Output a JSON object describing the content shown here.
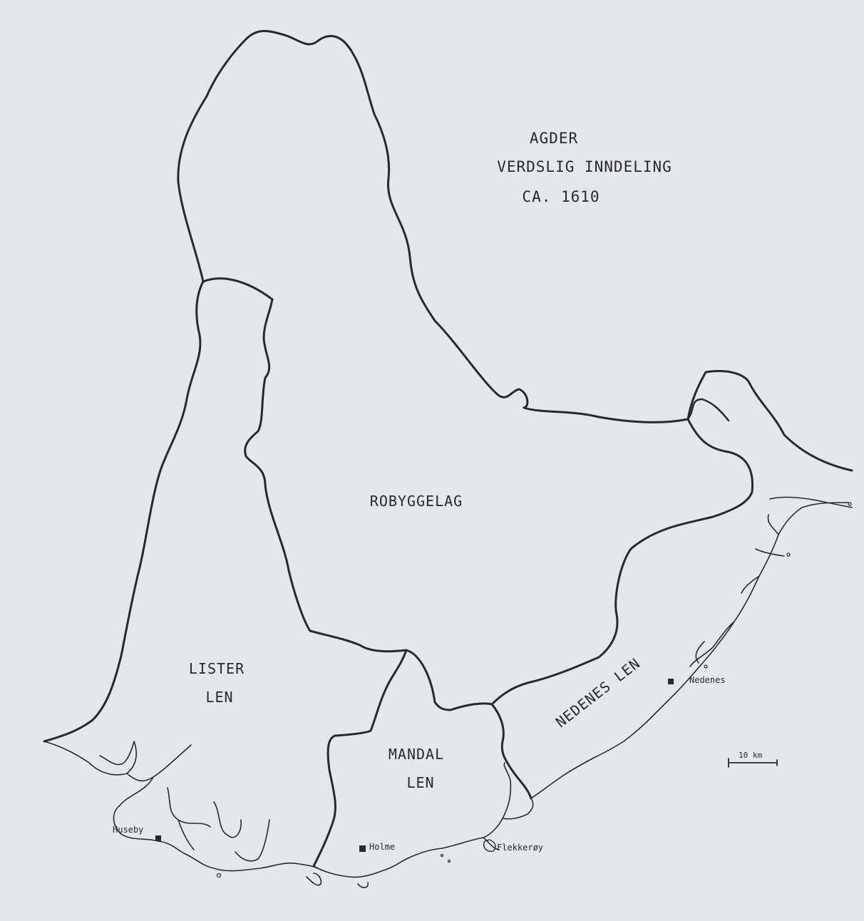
{
  "map": {
    "title_lines": [
      "AGDER",
      "VERDSLIG INNDELING",
      "CA. 1610"
    ],
    "regions": {
      "robyggelag": "ROBYGGELAG",
      "lister_len": [
        "LISTER",
        "LEN"
      ],
      "mandal_len": [
        "MANDAL",
        "LEN"
      ],
      "nedenes_len": "NEDENES LEN"
    },
    "places": {
      "huseby": "Huseby",
      "holme": "Holme",
      "flekkeroy": "Flekkerøy",
      "nedenes": "Nedenes"
    },
    "scale_bar": "10 km",
    "colors": {
      "paper": "#e6e7e9",
      "ink": "#2a2a2a"
    }
  }
}
